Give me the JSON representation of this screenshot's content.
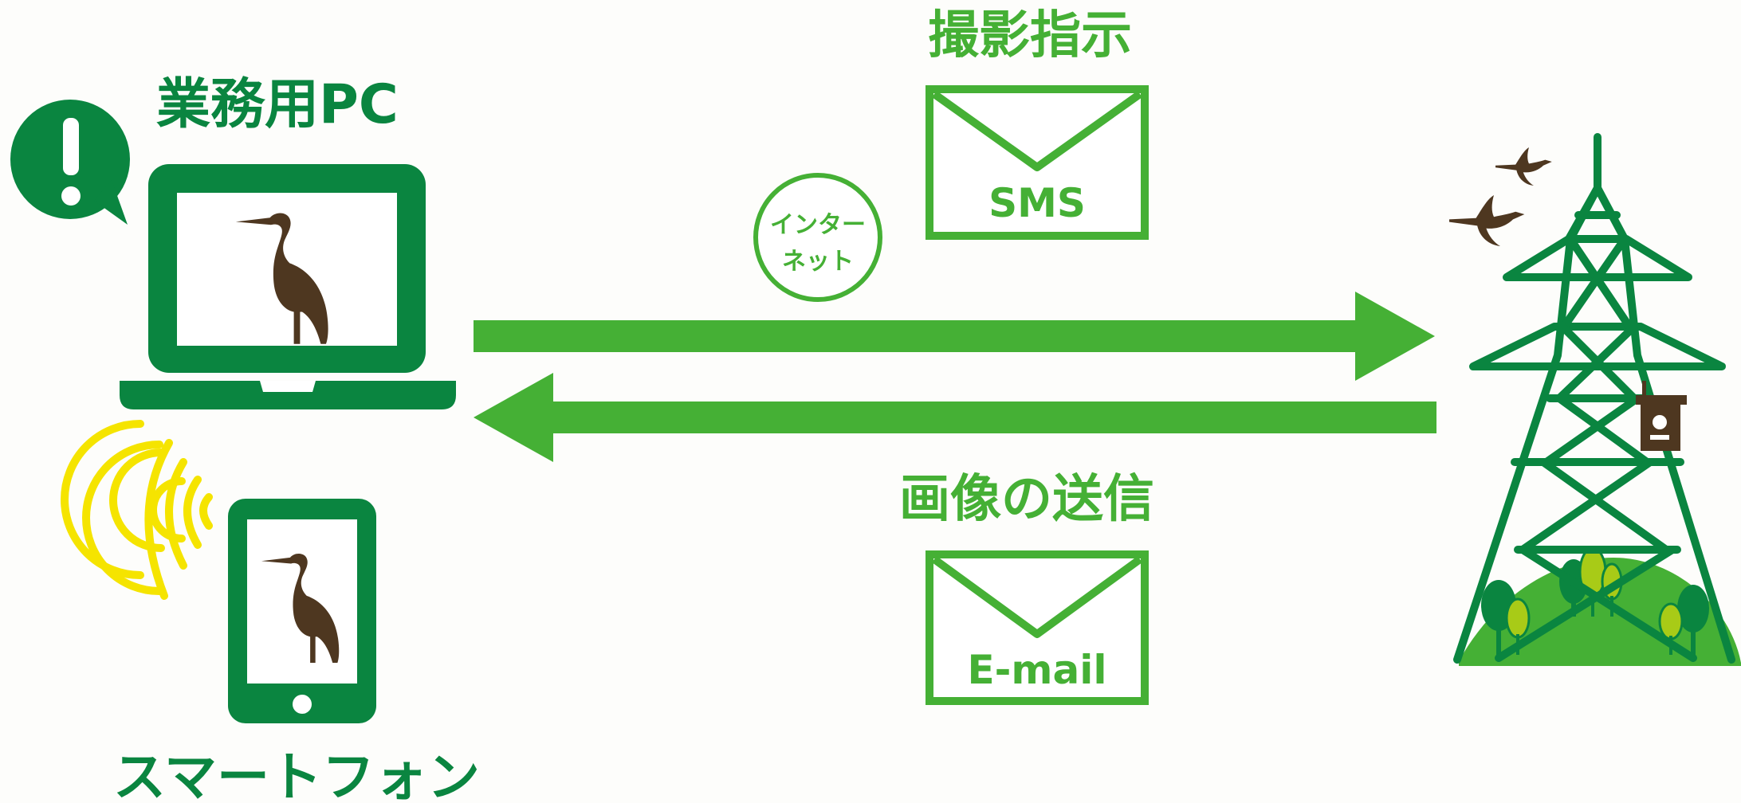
{
  "labels": {
    "pc": "業務用PC",
    "smartphone": "スマートフォン",
    "shoot_instruction": "撮影指示",
    "image_send": "画像の送信",
    "sms": "SMS",
    "email": "E-mail",
    "internet_line1": "インター",
    "internet_line2": "ネット"
  },
  "colors": {
    "dark_green": "#0a8540",
    "light_green": "#45b035",
    "yellow_green": "#a8cb17",
    "heron_brown": "#4e3720",
    "signal_yellow": "#f5e400",
    "background": "#fdfdfb"
  },
  "icons": {
    "alert": "exclamation-bubble-icon",
    "laptop": "laptop-icon",
    "smartphone": "smartphone-icon",
    "heron": "heron-icon",
    "signal": "wireless-signal-icon",
    "envelope": "envelope-icon",
    "tower": "transmission-tower-icon",
    "camera": "camera-box-icon",
    "birds": "flying-birds-icon"
  }
}
